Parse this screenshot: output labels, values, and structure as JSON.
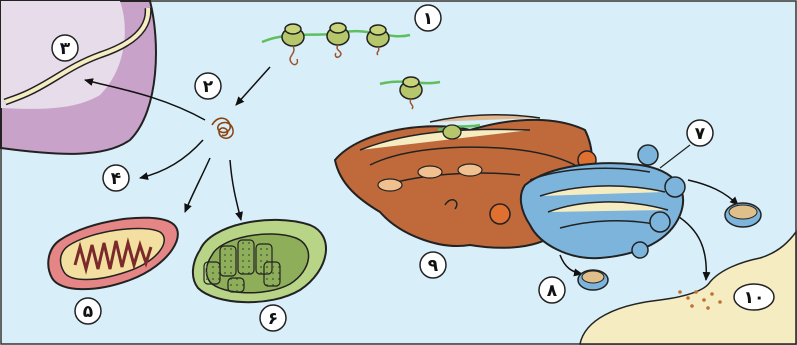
{
  "colors": {
    "cytoplasm": "#d8eef8",
    "nucleus": "#c8a2c8",
    "er": "#c06a3c",
    "golgi": "#7db4dc",
    "membrane": "#f5ecc2",
    "mitochondrion": "#e58585",
    "chloroplast": "#b8d486",
    "mrna": "#5fbf5f",
    "ribosome": "#b5c76a"
  },
  "labels": [
    "١",
    "٢",
    "٣",
    "۴",
    "۵",
    "۶",
    "٧",
    "٨",
    "٩",
    "١٠"
  ]
}
